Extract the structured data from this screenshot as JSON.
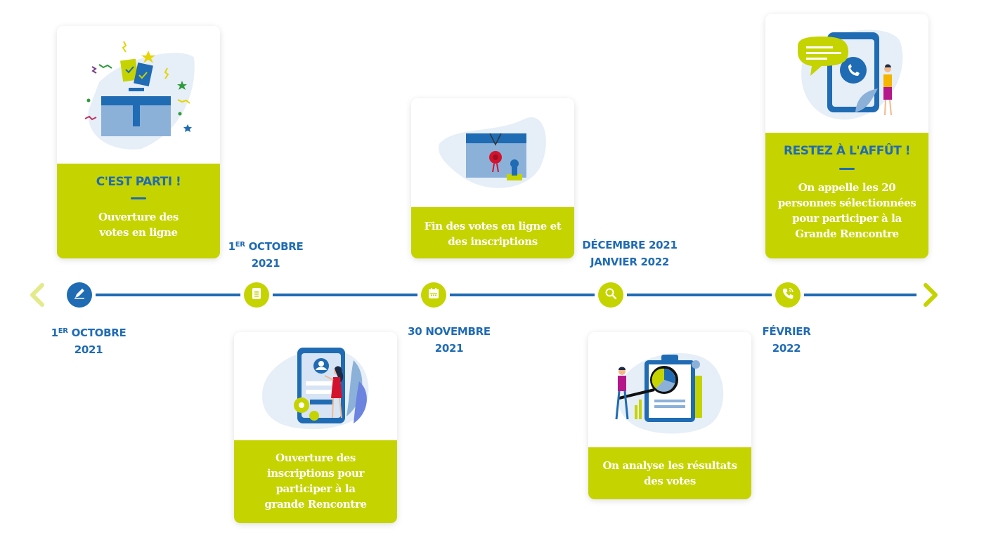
{
  "cards": [
    {
      "title": "C'est parti !",
      "text": "Ouverture des votes en ligne"
    },
    {
      "title": "",
      "text": "Ouverture des inscriptions pour participer à la grande Rencontre"
    },
    {
      "title": "",
      "text": "Fin des votes en ligne et des inscriptions"
    },
    {
      "title": "",
      "text": "On analyse les résultats des votes"
    },
    {
      "title": "Restez à l'affût !",
      "text": "On appelle les 20 personnes sélectionnées pour participer à la Grande Rencontre"
    }
  ],
  "dates": [
    {
      "line1_pre": "1",
      "line1_sup": "ER",
      "line1_post": " OCTOBRE",
      "line2": "2021"
    },
    {
      "line1_pre": "1",
      "line1_sup": "ER",
      "line1_post": " OCTOBRE",
      "line2": "2021"
    },
    {
      "line1_pre": "30 NOVEMBRE",
      "line1_sup": "",
      "line1_post": "",
      "line2": "2021"
    },
    {
      "line1_pre": "DÉCEMBRE 2021",
      "line1_sup": "",
      "line1_post": "",
      "line2": "JANVIER 2022"
    },
    {
      "line1_pre": "FÉVRIER",
      "line1_sup": "",
      "line1_post": "",
      "line2": "2022"
    }
  ],
  "nodes": [
    {
      "icon": "pencil-icon",
      "color": "#1f6bb4"
    },
    {
      "icon": "document-icon",
      "color": "#c5d300"
    },
    {
      "icon": "calendar-icon",
      "color": "#c5d300"
    },
    {
      "icon": "search-icon",
      "color": "#c5d300"
    },
    {
      "icon": "phone-icon",
      "color": "#c5d300"
    }
  ],
  "colors": {
    "accent_green": "#c5d300",
    "primary_blue": "#1f6bb4"
  }
}
